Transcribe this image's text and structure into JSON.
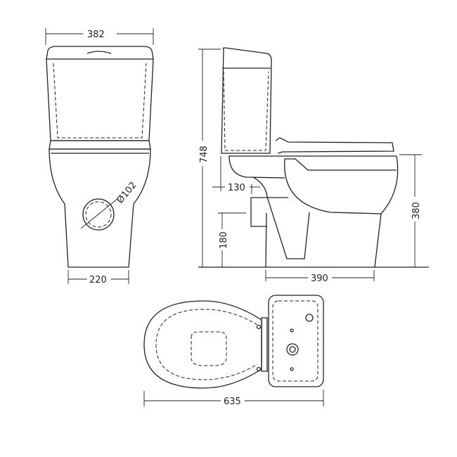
{
  "dimensions": {
    "front_width": "382",
    "front_base_width": "220",
    "waste_diameter": "Ø102",
    "overall_height": "748",
    "waste_setback": "130",
    "waste_height": "180",
    "seat_height": "380",
    "side_base_depth": "390",
    "overall_depth": "635"
  }
}
